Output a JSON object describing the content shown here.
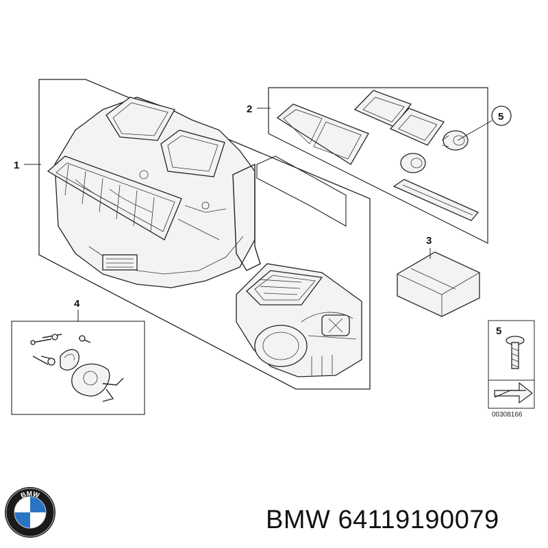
{
  "callouts": {
    "c1": "1",
    "c2": "2",
    "c3": "3",
    "c4": "4",
    "c5_circle": "5",
    "c5_box": "5"
  },
  "drawing_code": "00308166",
  "caption": {
    "brand": "BMW",
    "part_number": "64119190079"
  },
  "logo": {
    "letters": "BMW",
    "colors": {
      "blue": "#2a74c4",
      "white": "#ffffff",
      "ring": "#1a1a1a"
    }
  }
}
